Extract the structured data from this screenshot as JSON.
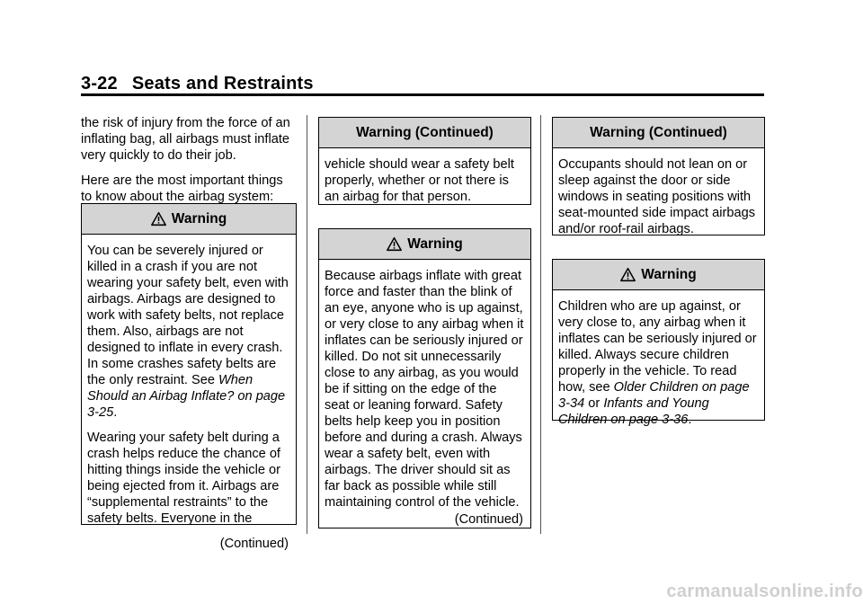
{
  "header": {
    "page_number": "3-22",
    "section_title": "Seats and Restraints"
  },
  "col1": {
    "para1": "the risk of injury from the force of an inflating bag, all airbags must inflate very quickly to do their job.",
    "para2": "Here are the most important things to know about the airbag system:",
    "warning": {
      "title": "Warning",
      "p1_text": "You can be severely injured or killed in a crash if you are not wearing your safety belt, even with airbags. Airbags are designed to work with safety belts, not replace them. Also, airbags are not designed to inflate in every crash. In some crashes safety belts are the only restraint. See ",
      "p1_link": "When Should an Airbag Inflate? on page 3-25",
      "p1_end": ".",
      "p2": "Wearing your safety belt during a crash helps reduce the chance of hitting things inside the vehicle or being ejected from it. Airbags are “supplemental restraints” to the safety belts. Everyone in the",
      "continued": "(Continued)"
    }
  },
  "col2": {
    "cont_box": {
      "title": "Warning  (Continued)",
      "text": "vehicle should wear a safety belt properly, whether or not there is an airbag for that person."
    },
    "warning": {
      "title": "Warning",
      "text": "Because airbags inflate with great force and faster than the blink of an eye, anyone who is up against, or very close to any airbag when it inflates can be seriously injured or killed. Do not sit unnecessarily close to any airbag, as you would be if sitting on the edge of the seat or leaning forward. Safety belts help keep you in position before and during a crash. Always wear a safety belt, even with airbags. The driver should sit as far back as possible while still maintaining control of the vehicle.",
      "continued": "(Continued)"
    }
  },
  "col3": {
    "cont_box": {
      "title": "Warning  (Continued)",
      "text": "Occupants should not lean on or sleep against the door or side windows in seating positions with seat-mounted side impact airbags and/or roof-rail airbags."
    },
    "warning": {
      "title": "Warning",
      "text1": "Children who are up against, or very close to, any airbag when it inflates can be seriously injured or killed. Always secure children properly in the vehicle. To read how, see ",
      "link1": "Older Children on page 3-34",
      "mid": " or ",
      "link2": "Infants and Young Children on page 3-36",
      "end": "."
    }
  },
  "watermark": "carmanualsonline.info",
  "icons": {
    "warning": "warning-triangle-icon"
  }
}
